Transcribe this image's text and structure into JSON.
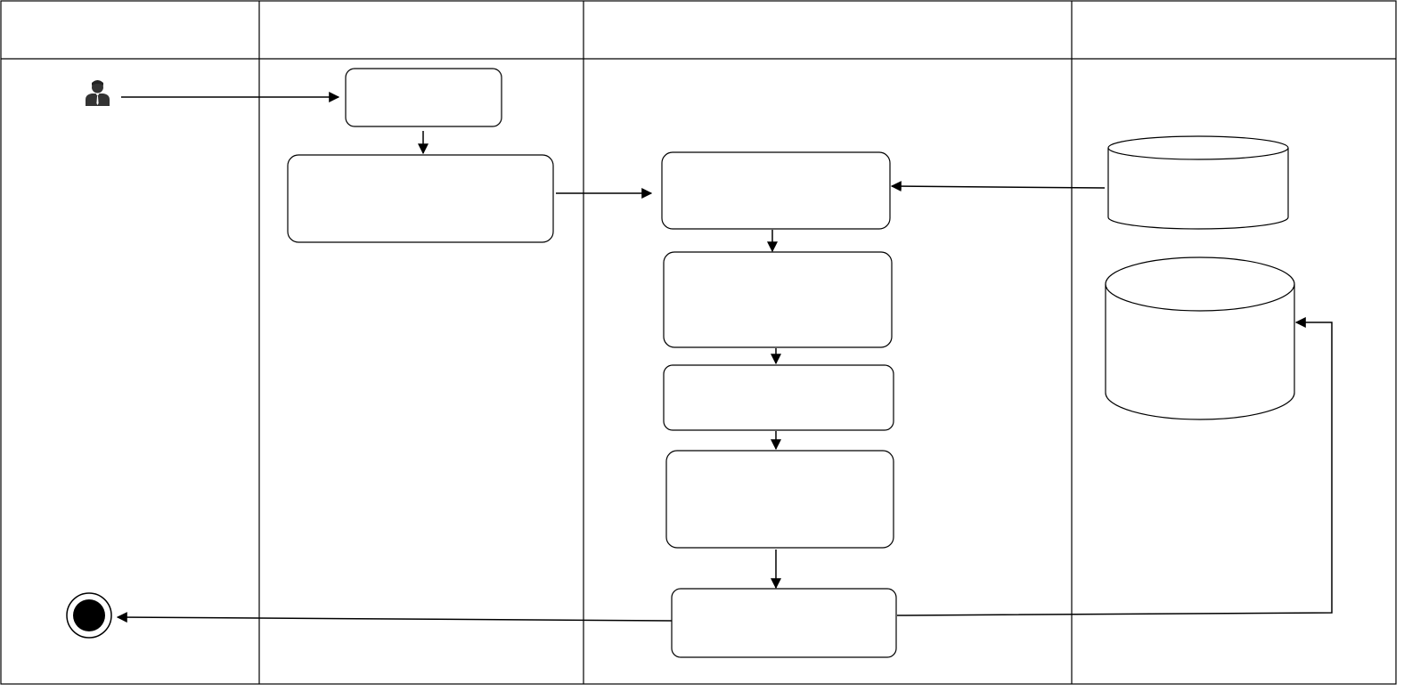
{
  "diagram": {
    "type": "swimlane-activity-diagram",
    "lane_headers": [
      "",
      "",
      "",
      ""
    ],
    "nodes": [
      {
        "id": "actor",
        "kind": "actor-icon",
        "label": ""
      },
      {
        "id": "process-1",
        "kind": "rounded-rect",
        "label": ""
      },
      {
        "id": "process-2",
        "kind": "rounded-rect",
        "label": ""
      },
      {
        "id": "process-3",
        "kind": "rounded-rect",
        "label": ""
      },
      {
        "id": "process-4",
        "kind": "rounded-rect",
        "label": ""
      },
      {
        "id": "process-5",
        "kind": "rounded-rect",
        "label": ""
      },
      {
        "id": "process-6",
        "kind": "rounded-rect",
        "label": ""
      },
      {
        "id": "process-7",
        "kind": "rounded-rect",
        "label": ""
      },
      {
        "id": "datastore-1",
        "kind": "cylinder",
        "label": ""
      },
      {
        "id": "datastore-2",
        "kind": "cylinder",
        "label": ""
      },
      {
        "id": "end",
        "kind": "final-state",
        "label": ""
      }
    ],
    "edges": [
      {
        "from": "actor",
        "to": "process-1"
      },
      {
        "from": "process-1",
        "to": "process-2"
      },
      {
        "from": "process-2",
        "to": "process-3"
      },
      {
        "from": "datastore-1",
        "to": "process-3"
      },
      {
        "from": "process-3",
        "to": "process-4"
      },
      {
        "from": "process-4",
        "to": "process-5"
      },
      {
        "from": "process-5",
        "to": "process-6"
      },
      {
        "from": "process-6",
        "to": "process-7"
      },
      {
        "from": "process-7",
        "to": "end"
      },
      {
        "from": "process-7",
        "to": "datastore-2"
      }
    ],
    "colors": {
      "stroke": "#000000",
      "background": "#ffffff",
      "actor": "#333333"
    }
  }
}
